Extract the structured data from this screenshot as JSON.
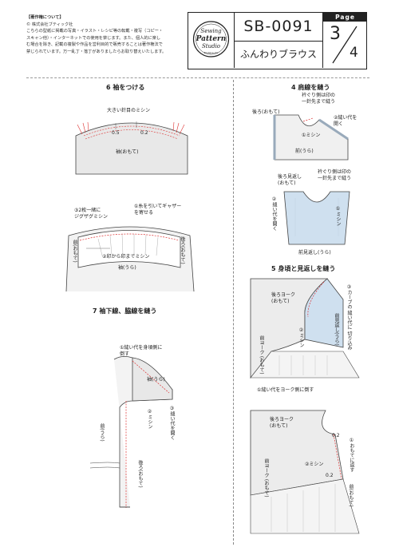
{
  "copyright": {
    "title": "【著作権について】",
    "company": "© 株式会社ブティック社",
    "lines": [
      "こちらの型紙に掲載の写真・イラスト・レシピ等の転載・複写（コピー・",
      "スキャン他）・インターネットでの使用を禁じます。また、個人的に楽し",
      "む場合を除き、記載の複製や作品を営利目的で販売することは著作権法で",
      "禁じられています。万一乱丁・落丁がありましたらお取り替えいたします。"
    ]
  },
  "logo": {
    "line1": "Sewing",
    "line2": "Pattern",
    "line3": "Studio",
    "small": "Boutique-sha"
  },
  "header": {
    "code": "SB-0091",
    "title": "ふんわりブラウス",
    "page_label": "Page",
    "page_current": "3",
    "page_total": "4"
  },
  "sections": {
    "s6": {
      "title": "6 袖をつける",
      "labels": {
        "large_stitch": "大きい針目のミシン",
        "v05": "0.5",
        "v02": "0.2",
        "sleeve_front": "袖(おもて)",
        "zigzag": "③2枚一緒に\nジグザグミシン",
        "gather": "①糸を引いてギャザー\nを寄せる",
        "front_omote": "前(おもて)",
        "back_omote": "後ろ(おもて)",
        "sew_mark": "②印から印までミシン",
        "sleeve_ura": "袖(うら)"
      }
    },
    "s7": {
      "title": "7 袖下線、脇線を縫う",
      "labels": {
        "seam_allow": "①縫い代を身頃側に\n倒す",
        "sleeve_ura": "袖(うら)",
        "sewing": "②ミシン",
        "open": "③縫い代を開く",
        "front_ura": "前(うら)",
        "back_omote": "後ろ(おもて)"
      }
    },
    "s4": {
      "title": "4 肩線を縫う",
      "labels": {
        "collar_side": "衿ぐり側は印の\n一針先まで縫う",
        "back_omote": "後ろ(おもて)",
        "open": "②縫い代を\n開く",
        "sewing": "①ミシン",
        "front_ura": "前(うら)",
        "back_facing": "後ろ見返し\n(おもて)",
        "collar_side2": "衿ぐり側は印の\n一針先まで縫う",
        "open2": "②縫い代を開く",
        "sewing2": "①ミシン",
        "front_facing": "前見返し(うら)"
      }
    },
    "s5": {
      "title": "5 身頃と見返しを縫う",
      "labels": {
        "back_yoke": "後ろヨーク\n(おもて)",
        "curve_cut": "③カーブの\n縫い代に\n切り込み",
        "front_facing": "前見返し(うら)",
        "front_yoke": "前ヨーク\n(おもて)",
        "sewing": "②ミシン",
        "seam_to_yoke": "①縫い代をヨーク側に倒す",
        "back_yoke2": "後ろヨーク\n(おもて)",
        "v02": "0.2",
        "turn": "①おもてに返す",
        "front_yoke2": "前ヨーク\n(おもて)",
        "sewing2": "②ミシン",
        "v02b": "0.2",
        "front_omote": "前(おもて)"
      }
    }
  }
}
